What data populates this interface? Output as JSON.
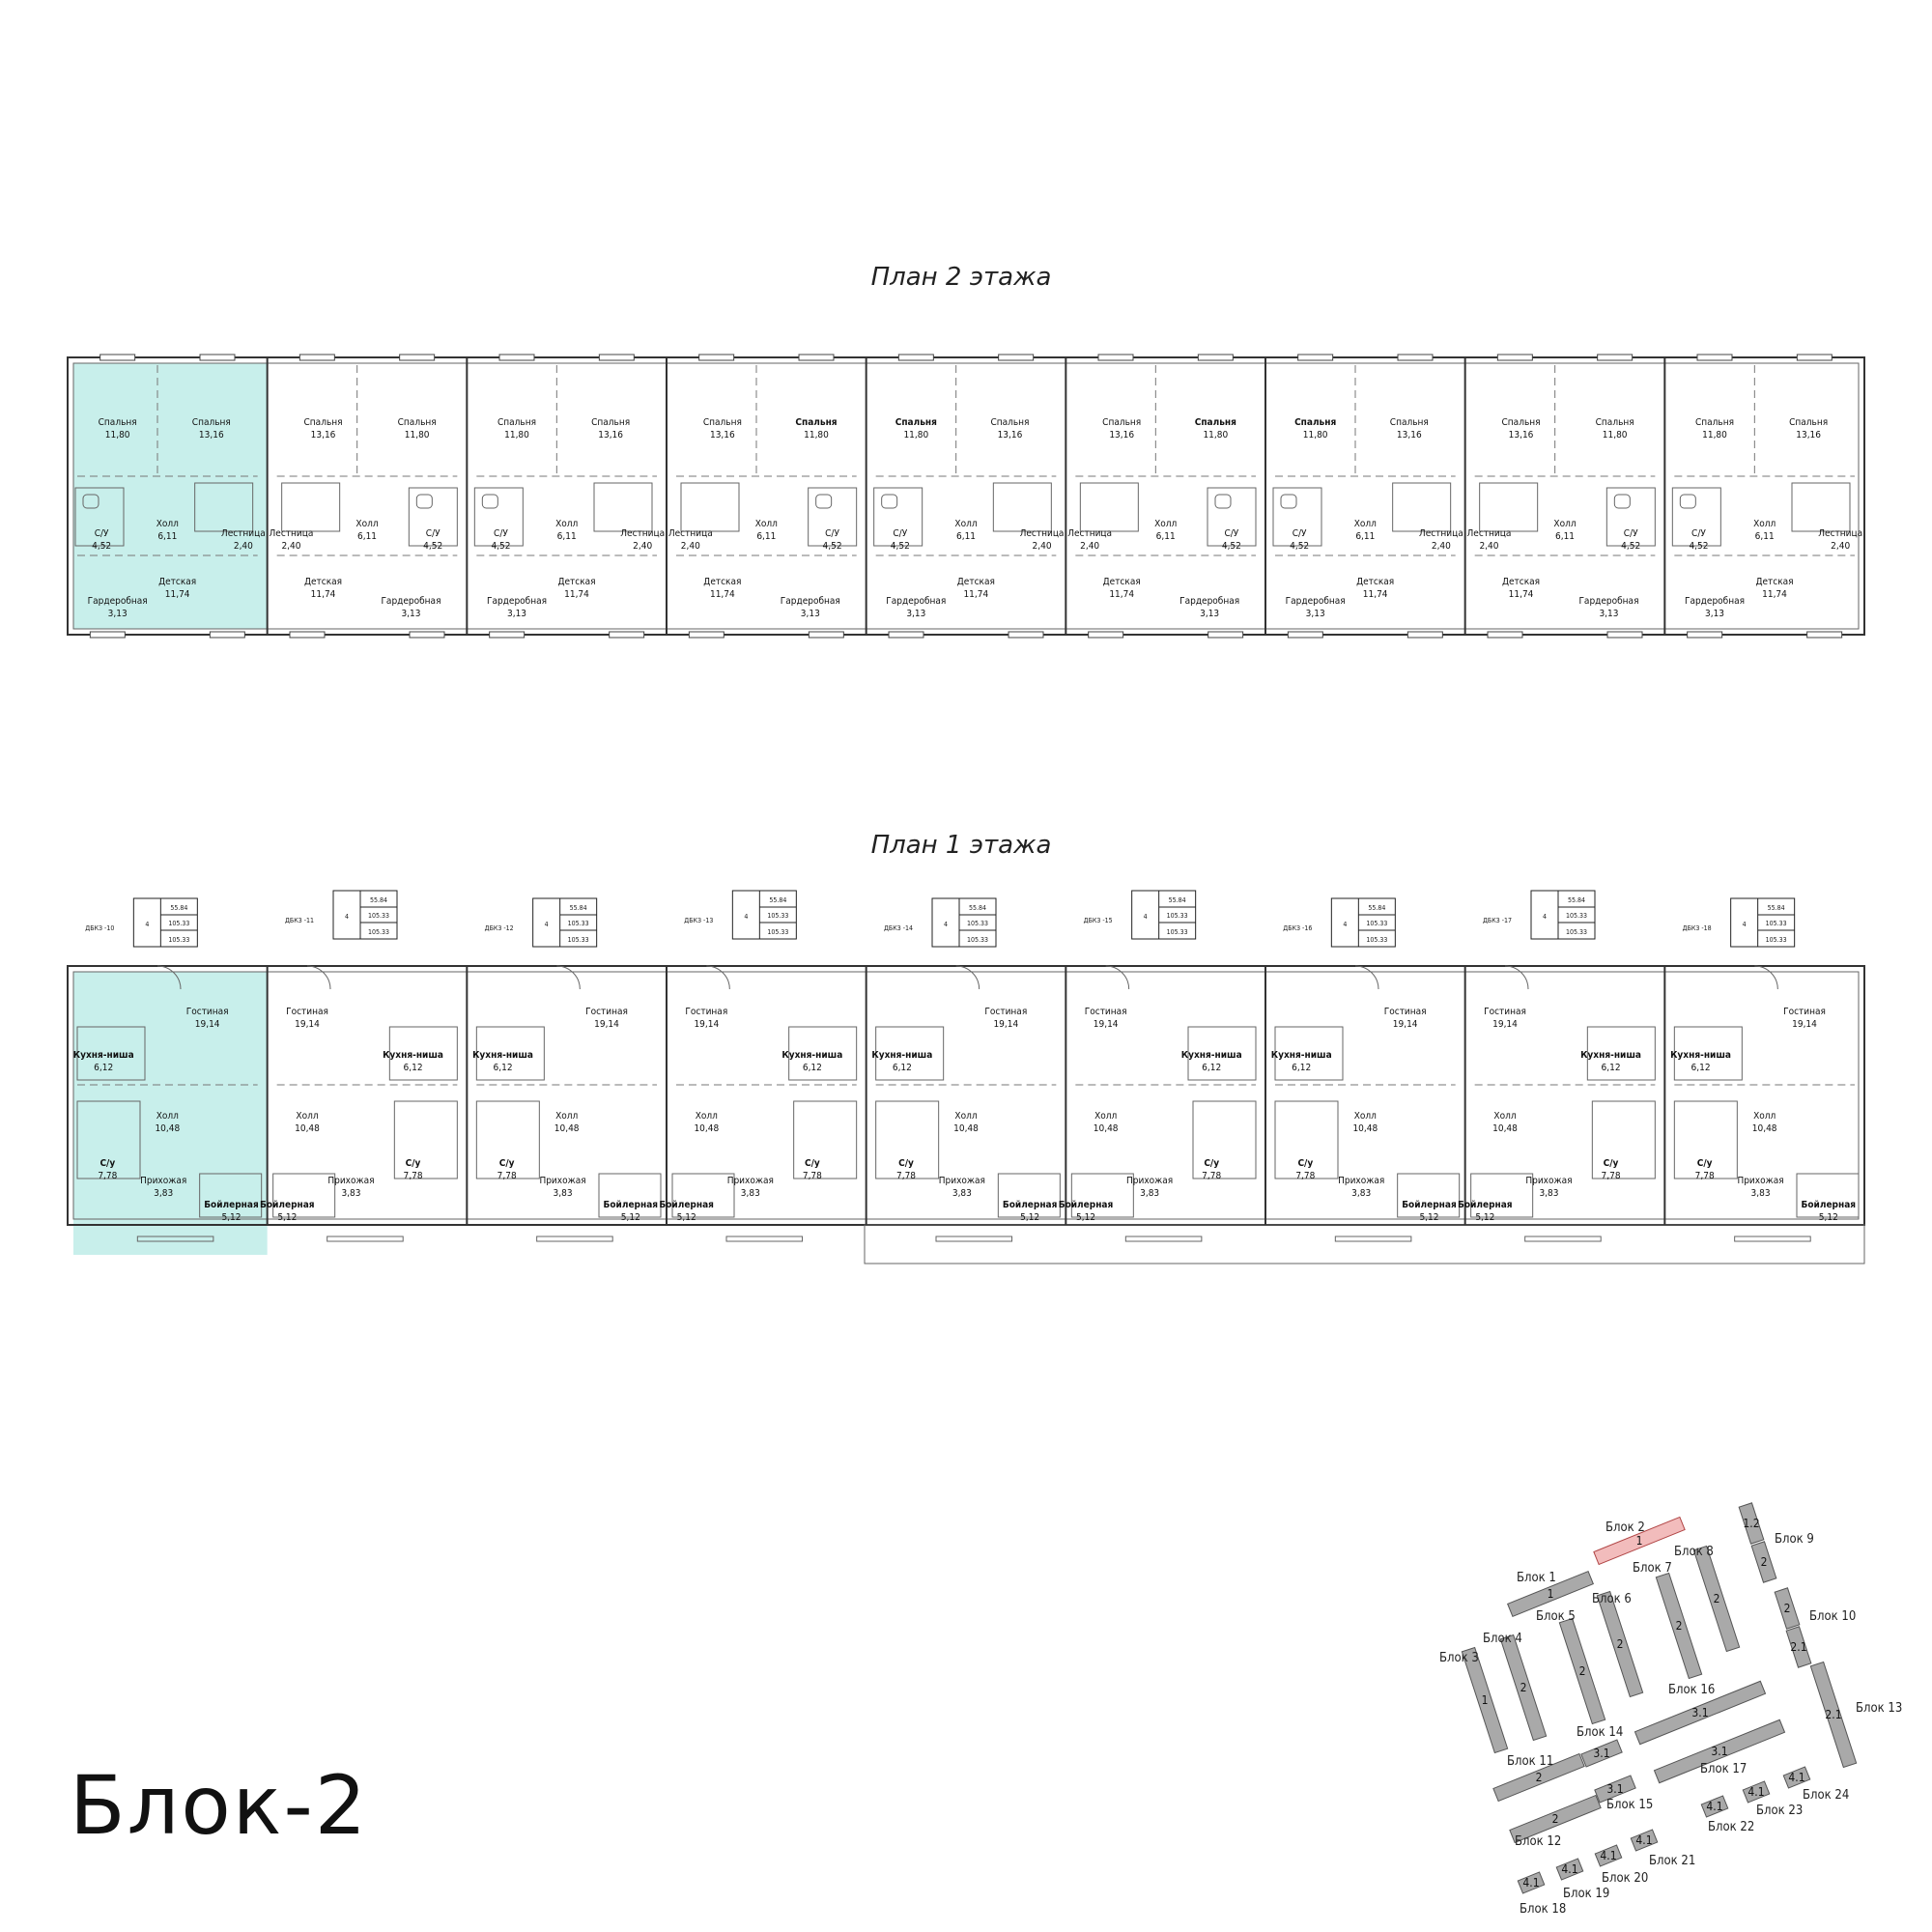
{
  "plan2": {
    "title": "План  2 этажа",
    "units": [
      {
        "rooms": [
          {
            "n": "Спальня",
            "a": "11,80"
          },
          {
            "n": "Спальня",
            "a": "13,16"
          },
          {
            "n": "Холл",
            "a": "6,11"
          },
          {
            "n": "С/У",
            "a": "4,52"
          },
          {
            "n": "Лестница",
            "a": "2,40"
          },
          {
            "n": "Детская",
            "a": "11,74"
          },
          {
            "n": "Гардеробная",
            "a": "3,13"
          }
        ]
      },
      {
        "rooms": [
          {
            "n": "Спальня",
            "a": "13,16"
          },
          {
            "n": "Спальня",
            "a": "11,80"
          },
          {
            "n": "Холл",
            "a": "6,11"
          },
          {
            "n": "Лестница",
            "a": "2,40"
          },
          {
            "n": "С/У",
            "a": "4,52"
          },
          {
            "n": "Детская",
            "a": "11,74"
          },
          {
            "n": "Гардеробная",
            "a": "3,13"
          }
        ]
      },
      {
        "rooms": [
          {
            "n": "Спальня",
            "a": "11,80"
          },
          {
            "n": "Спальня",
            "a": "13,16"
          },
          {
            "n": "Холл",
            "a": "6,11"
          },
          {
            "n": "С/У",
            "a": "4,52"
          },
          {
            "n": "Лестница",
            "a": "2,40"
          },
          {
            "n": "Детская",
            "a": "11,74"
          },
          {
            "n": "Гардеробная",
            "a": "3,13"
          }
        ]
      },
      {
        "rooms": [
          {
            "n": "Спальня",
            "a": "13,16"
          },
          {
            "n": "Спальня",
            "a": "11,80"
          },
          {
            "n": "Холл",
            "a": "6,11"
          },
          {
            "n": "Лестница",
            "a": "2,40"
          },
          {
            "n": "С/У",
            "a": "4,52"
          },
          {
            "n": "Детская",
            "a": "11,74"
          },
          {
            "n": "Гардеробная",
            "a": "3,13"
          }
        ]
      },
      {
        "rooms": [
          {
            "n": "Спальня",
            "a": "11,80"
          },
          {
            "n": "Спальня",
            "a": "13,16"
          },
          {
            "n": "Холл",
            "a": "6,11"
          },
          {
            "n": "С/У",
            "a": "4,52"
          },
          {
            "n": "Лестница",
            "a": "2,40"
          },
          {
            "n": "Детская",
            "a": "11,74"
          },
          {
            "n": "Гардеробная",
            "a": "3,13"
          }
        ]
      },
      {
        "rooms": [
          {
            "n": "Спальня",
            "a": "13,16"
          },
          {
            "n": "Спальня",
            "a": "11,80"
          },
          {
            "n": "Холл",
            "a": "6,11"
          },
          {
            "n": "Лестница",
            "a": "2,40"
          },
          {
            "n": "С/У",
            "a": "4,52"
          },
          {
            "n": "Детская",
            "a": "11,74"
          },
          {
            "n": "Гардеробная",
            "a": "3,13"
          }
        ]
      },
      {
        "rooms": [
          {
            "n": "Спальня",
            "a": "11,80"
          },
          {
            "n": "Спальня",
            "a": "13,16"
          },
          {
            "n": "Холл",
            "a": "6,11"
          },
          {
            "n": "С/У",
            "a": "4,52"
          },
          {
            "n": "Лестница",
            "a": "2,40"
          },
          {
            "n": "Детская",
            "a": "11,74"
          },
          {
            "n": "Гардеробная",
            "a": "3,13"
          }
        ]
      },
      {
        "rooms": [
          {
            "n": "Спальня",
            "a": "13,16"
          },
          {
            "n": "Спальня",
            "a": "11,80"
          },
          {
            "n": "Холл",
            "a": "6,11"
          },
          {
            "n": "Лестница",
            "a": "2,40"
          },
          {
            "n": "С/У",
            "a": "4,52"
          },
          {
            "n": "Детская",
            "a": "11,74"
          },
          {
            "n": "Гардеробная",
            "a": "3,13"
          }
        ]
      },
      {
        "rooms": [
          {
            "n": "Спальня",
            "a": "11,80"
          },
          {
            "n": "Спальня",
            "a": "13,16"
          },
          {
            "n": "Холл",
            "a": "6,11"
          },
          {
            "n": "С/У",
            "a": "4,52"
          },
          {
            "n": "Лестница",
            "a": "2,40"
          },
          {
            "n": "Детская",
            "a": "11,74"
          },
          {
            "n": "Гардеробная",
            "a": "3,13"
          }
        ]
      }
    ]
  },
  "plan1": {
    "title": "План  1 этажа",
    "tags": [
      {
        "id": "ДБКЗ -10",
        "rooms": "4",
        "v1": "55.84",
        "v2": "105.33",
        "v3": "105.33"
      },
      {
        "id": "ДБКЗ -11",
        "rooms": "4",
        "v1": "55.84",
        "v2": "105.33",
        "v3": "105.33"
      },
      {
        "id": "ДБКЗ -12",
        "rooms": "4",
        "v1": "55.84",
        "v2": "105.33",
        "v3": "105.33"
      },
      {
        "id": "ДБКЗ -13",
        "rooms": "4",
        "v1": "55.84",
        "v2": "105.33",
        "v3": "105.33"
      },
      {
        "id": "ДБКЗ -14",
        "rooms": "4",
        "v1": "55.84",
        "v2": "105.33",
        "v3": "105.33"
      },
      {
        "id": "ДБКЗ -15",
        "rooms": "4",
        "v1": "55.84",
        "v2": "105.33",
        "v3": "105.33"
      },
      {
        "id": "ДБКЗ -16",
        "rooms": "4",
        "v1": "55.84",
        "v2": "105.33",
        "v3": "105.33"
      },
      {
        "id": "ДБКЗ -17",
        "rooms": "4",
        "v1": "55.84",
        "v2": "105.33",
        "v3": "105.33"
      },
      {
        "id": "ДБКЗ -18",
        "rooms": "4",
        "v1": "55.84",
        "v2": "105.33",
        "v3": "105.33"
      }
    ],
    "units": [
      {
        "rooms": [
          {
            "n": "Гостиная",
            "a": "19,14"
          },
          {
            "n": "Кухня-ниша",
            "a": "6,12"
          },
          {
            "n": "Холл",
            "a": "10,48"
          },
          {
            "n": "С/у",
            "a": "7,78"
          },
          {
            "n": "Прихожая",
            "a": "3,83"
          },
          {
            "n": "Бойлерная",
            "a": "5,12"
          }
        ]
      },
      {
        "rooms": [
          {
            "n": "Гостиная",
            "a": "19,14"
          },
          {
            "n": "Кухня-ниша",
            "a": "6,12"
          },
          {
            "n": "Холл",
            "a": "10,48"
          },
          {
            "n": "С/у",
            "a": "7,78"
          },
          {
            "n": "Прихожая",
            "a": "3,83"
          },
          {
            "n": "Бойлерная",
            "a": "5,12"
          }
        ]
      },
      {
        "rooms": [
          {
            "n": "Гостиная",
            "a": "19,14"
          },
          {
            "n": "Кухня-ниша",
            "a": "6,12"
          },
          {
            "n": "Холл",
            "a": "10,48"
          },
          {
            "n": "С/у",
            "a": "7,78"
          },
          {
            "n": "Прихожая",
            "a": "3,83"
          },
          {
            "n": "Бойлерная",
            "a": "5,12"
          }
        ]
      },
      {
        "rooms": [
          {
            "n": "Гостиная",
            "a": "19,14"
          },
          {
            "n": "Кухня-ниша",
            "a": "6,12"
          },
          {
            "n": "Холл",
            "a": "10,48"
          },
          {
            "n": "С/у",
            "a": "7,78"
          },
          {
            "n": "Прихожая",
            "a": "3,83"
          },
          {
            "n": "Бойлерная",
            "a": "5,12"
          }
        ]
      },
      {
        "rooms": [
          {
            "n": "Гостиная",
            "a": "19,14"
          },
          {
            "n": "Кухня-ниша",
            "a": "6,12"
          },
          {
            "n": "Холл",
            "a": "10,48"
          },
          {
            "n": "С/у",
            "a": "7,78"
          },
          {
            "n": "Прихожая",
            "a": "3,83"
          },
          {
            "n": "Бойлерная",
            "a": "5,12"
          }
        ]
      },
      {
        "rooms": [
          {
            "n": "Гостиная",
            "a": "19,14"
          },
          {
            "n": "Кухня-ниша",
            "a": "6,12"
          },
          {
            "n": "Холл",
            "a": "10,48"
          },
          {
            "n": "С/у",
            "a": "7,78"
          },
          {
            "n": "Прихожая",
            "a": "3,83"
          },
          {
            "n": "Бойлерная",
            "a": "5,12"
          }
        ]
      },
      {
        "rooms": [
          {
            "n": "Гостиная",
            "a": "19,14"
          },
          {
            "n": "Кухня-ниша",
            "a": "6,12"
          },
          {
            "n": "Холл",
            "a": "10,48"
          },
          {
            "n": "С/у",
            "a": "7,78"
          },
          {
            "n": "Прихожая",
            "a": "3,83"
          },
          {
            "n": "Бойлерная",
            "a": "5,12"
          }
        ]
      },
      {
        "rooms": [
          {
            "n": "Гостиная",
            "a": "19,14"
          },
          {
            "n": "Кухня-ниша",
            "a": "6,12"
          },
          {
            "n": "Холл",
            "a": "10,48"
          },
          {
            "n": "С/у",
            "a": "7,78"
          },
          {
            "n": "Прихожая",
            "a": "3,83"
          },
          {
            "n": "Бойлерная",
            "a": "5,12"
          }
        ]
      },
      {
        "rooms": [
          {
            "n": "Гостиная",
            "a": "19,14"
          },
          {
            "n": "Кухня-ниша",
            "a": "6,12"
          },
          {
            "n": "Холл",
            "a": "10,48"
          },
          {
            "n": "С/у",
            "a": "7,78"
          },
          {
            "n": "Прихожая",
            "a": "3,83"
          },
          {
            "n": "Бойлерная",
            "a": "5,12"
          }
        ]
      }
    ]
  },
  "block_label": "Блок-2",
  "highlight_color": "#c8efeb",
  "active_color": "#f2bcbc",
  "site_map": {
    "buildings": [
      {
        "label": "Блок 1",
        "num": "1"
      },
      {
        "label": "Блок 2",
        "num": "1",
        "active": true
      },
      {
        "label": "Блок 3",
        "num": "1"
      },
      {
        "label": "Блок 4",
        "num": "2"
      },
      {
        "label": "Блок 5",
        "num": "2"
      },
      {
        "label": "Блок 6",
        "num": "2"
      },
      {
        "label": "Блок 7",
        "num": "2"
      },
      {
        "label": "Блок 8",
        "num": "2"
      },
      {
        "label": "Блок 9",
        "num": "1.2"
      },
      {
        "label": "Блок 9",
        "num": "2"
      },
      {
        "label": "Блок 10",
        "num": "2"
      },
      {
        "label": "Блок 10",
        "num": "2.1"
      },
      {
        "label": "Блок 11",
        "num": "2"
      },
      {
        "label": "Блок 12",
        "num": "2"
      },
      {
        "label": "Блок 13",
        "num": "2.1"
      },
      {
        "label": "Блок 14",
        "num": "3.1"
      },
      {
        "label": "Блок 15",
        "num": "3.1"
      },
      {
        "label": "Блок 16",
        "num": "3.1"
      },
      {
        "label": "Блок 17",
        "num": "3.1"
      },
      {
        "label": "Блок 18",
        "num": "4.1"
      },
      {
        "label": "Блок 19",
        "num": "4.1"
      },
      {
        "label": "Блок 20",
        "num": "4.1"
      },
      {
        "label": "Блок 21",
        "num": "4.1"
      },
      {
        "label": "Блок 22",
        "num": "4.1"
      },
      {
        "label": "Блок 23",
        "num": "4.1"
      },
      {
        "label": "Блок 24",
        "num": "4.1"
      }
    ]
  }
}
